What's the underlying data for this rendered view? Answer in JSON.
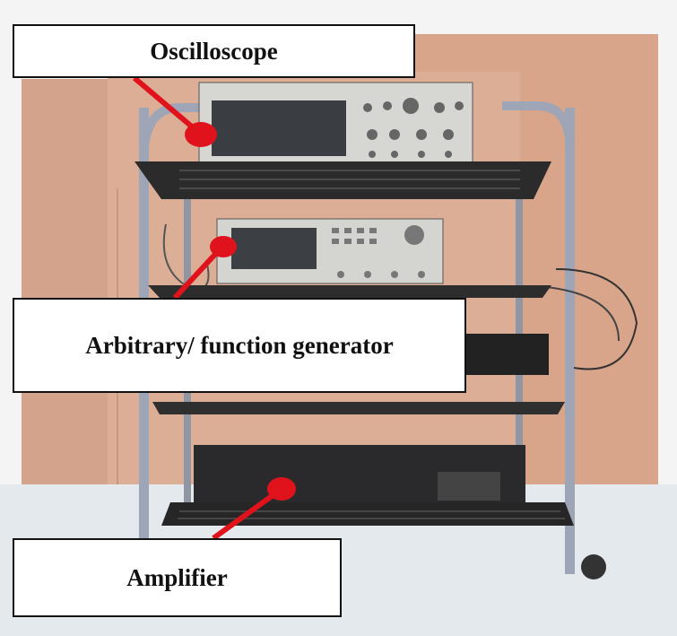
{
  "labels": {
    "oscilloscope": "Oscilloscope",
    "generator": "Arbitrary/  function generator",
    "amplifier": "Amplifier"
  },
  "colors": {
    "pointer": "#e0121b",
    "wall": "#d9a98f",
    "floor": "#dfe6ea",
    "cart_frame": "#9ea5b6",
    "shelf": "#2a2a2a"
  }
}
